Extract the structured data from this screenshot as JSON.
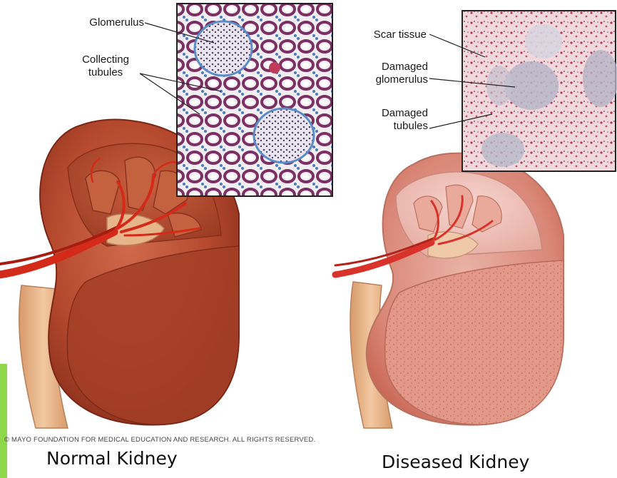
{
  "figure": {
    "copyright": "© MAYO FOUNDATION FOR MEDICAL EDUCATION AND RESEARCH. ALL RIGHTS RESERVED."
  },
  "normal": {
    "caption": "Normal Kidney",
    "labels": {
      "glomerulus": "Glomerulus",
      "collecting_tubules_1": "Collecting",
      "collecting_tubules_2": "tubules"
    }
  },
  "diseased": {
    "caption": "Diseased Kidney",
    "labels": {
      "scar_tissue": "Scar tissue",
      "damaged_glomerulus_1": "Damaged",
      "damaged_glomerulus_2": "glomerulus",
      "damaged_tubules_1": "Damaged",
      "damaged_tubules_2": "tubules"
    }
  },
  "colors": {
    "normal_kidney": "#b5492e",
    "diseased_kidney": "#e3a196",
    "artery": "#d42a1a",
    "ureter": "#e9b58a",
    "normal_stain": "#7b2f63",
    "diseased_stain": "#c04a6a"
  }
}
